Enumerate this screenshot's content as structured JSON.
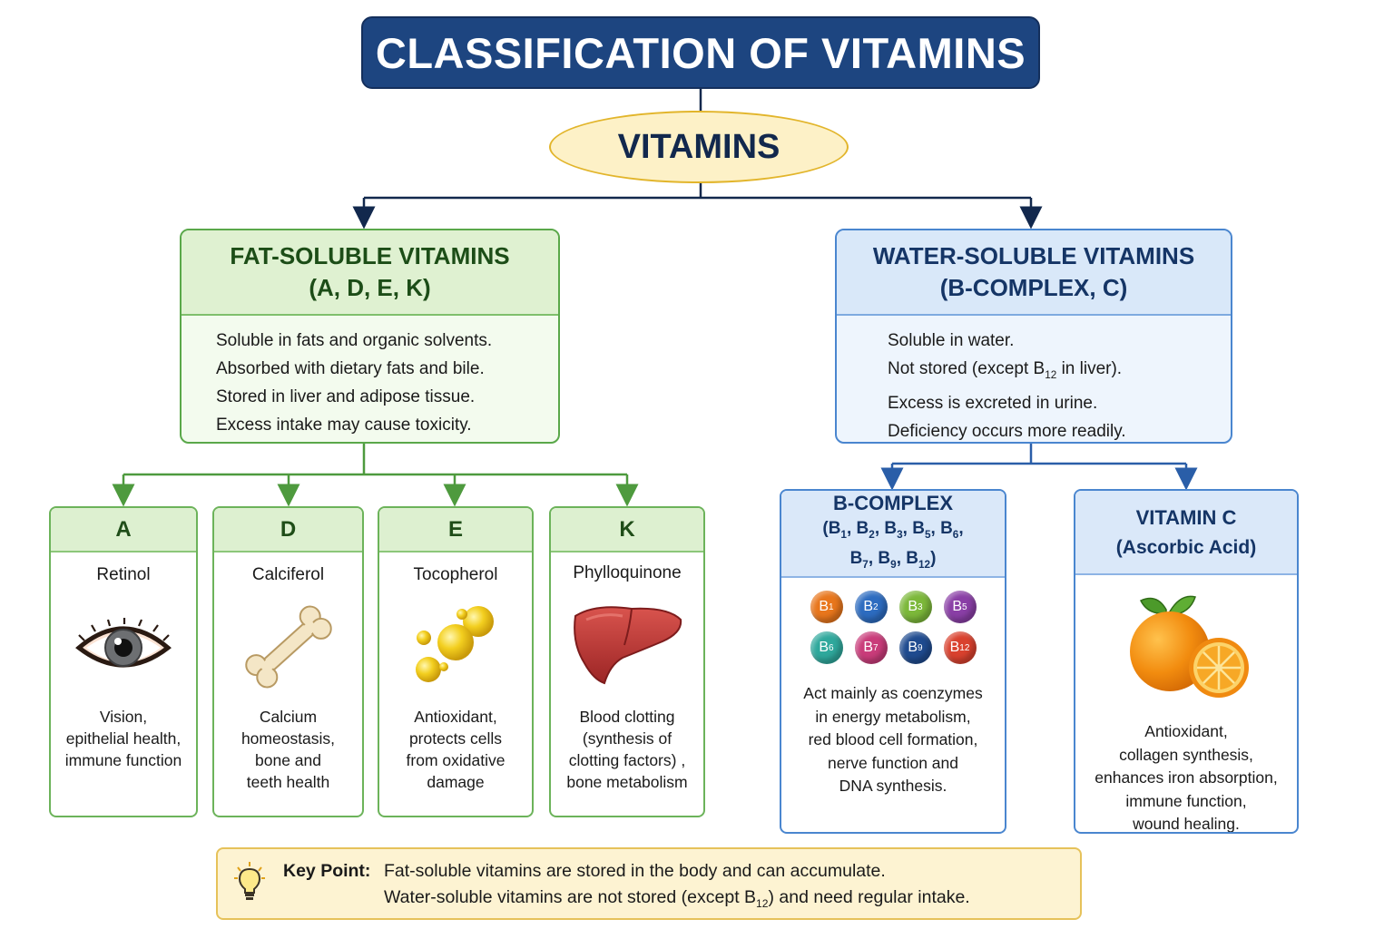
{
  "title": "CLASSIFICATION OF VITAMINS",
  "root": "VITAMINS",
  "colors": {
    "title_bg": "#1d4580",
    "fat_green": "#5aa84a",
    "water_blue": "#4a86cf",
    "root_fill": "#fdf1c7",
    "key_fill": "#fdf3d2"
  },
  "fat": {
    "heading_line1": "FAT-SOLUBLE VITAMINS",
    "heading_line2": "(A, D, E, K)",
    "points": [
      "Soluble in fats and organic solvents.",
      "Absorbed with dietary fats and bile.",
      "Stored in liver and adipose tissue.",
      "Excess intake may cause toxicity."
    ],
    "vitamins": [
      {
        "letter": "A",
        "name": "Retinol",
        "icon": "eye-icon",
        "functions": [
          "Vision,",
          "epithelial health,",
          "immune function"
        ]
      },
      {
        "letter": "D",
        "name": "Calciferol",
        "icon": "bone-icon",
        "functions": [
          "Calcium",
          "homeostasis,",
          "bone and",
          "teeth health"
        ]
      },
      {
        "letter": "E",
        "name": "Tocopherol",
        "icon": "oil-droplets-icon",
        "functions": [
          "Antioxidant,",
          "protects cells",
          "from oxidative",
          "damage"
        ]
      },
      {
        "letter": "K",
        "name": "Phylloquinone",
        "icon": "liver-icon",
        "functions": [
          "Blood clotting",
          "(synthesis of",
          "clotting factors) ,",
          "bone metabolism"
        ]
      }
    ]
  },
  "water": {
    "heading_line1": "WATER-SOLUBLE VITAMINS",
    "heading_line2": "(B-COMPLEX, C)",
    "points": {
      "p1": "Soluble in water.",
      "p2_pre": "Not stored (except B",
      "p2_sub": "12",
      "p2_post": " in liver).",
      "p3": "Excess is excreted in urine.",
      "p4": "Deficiency occurs more readily."
    },
    "b_complex": {
      "title": "B-COMPLEX",
      "members": [
        "1",
        "2",
        "3",
        "5",
        "6",
        "7",
        "9",
        "12"
      ],
      "ball_colors": [
        "#e8761c",
        "#2d6cc0",
        "#7cb83a",
        "#8a3fa6",
        "#2fa89c",
        "#c93c7a",
        "#1f4b8f",
        "#d9412e"
      ],
      "functions": [
        "Act mainly as coenzymes",
        "in energy metabolism,",
        "red blood cell formation,",
        "nerve function and",
        "DNA synthesis."
      ]
    },
    "vitamin_c": {
      "title": "VITAMIN C",
      "subtitle": "(Ascorbic Acid)",
      "icon": "orange-icon",
      "functions": [
        "Antioxidant,",
        "collagen synthesis,",
        "enhances iron absorption,",
        "immune function,",
        "wound healing."
      ]
    }
  },
  "key_point": {
    "label": "Key Point:",
    "line1": "Fat-soluble vitamins are stored in the body and can accumulate.",
    "line2_pre": "Water-soluble vitamins are not stored (except B",
    "line2_sub": "12",
    "line2_post": ") and need regular intake.",
    "icon": "lightbulb-icon"
  }
}
